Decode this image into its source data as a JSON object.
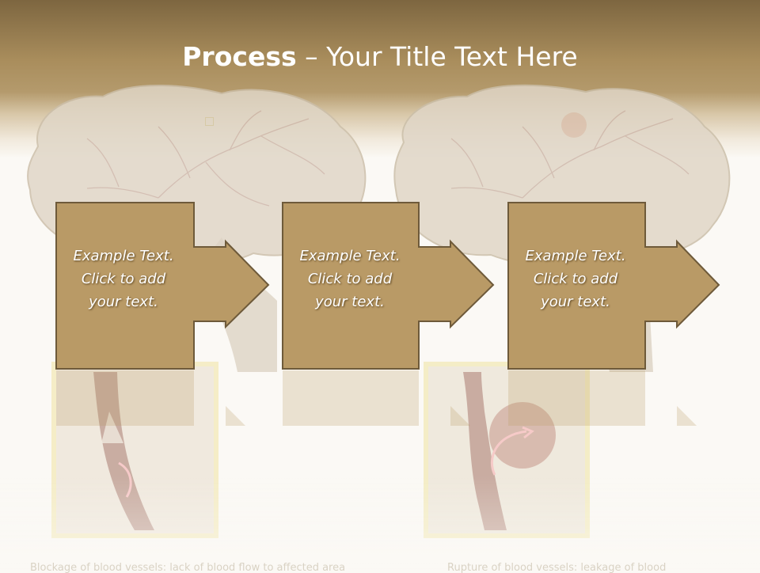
{
  "slide": {
    "title_bold": "Process",
    "title_rest": " – Your Title Text Here"
  },
  "steps": [
    {
      "line1": "Example Text.",
      "line2": "Click  to add",
      "line3": "your text."
    },
    {
      "line1": "Example Text.",
      "line2": "Click  to add",
      "line3": "your text."
    },
    {
      "line1": "Example Text.",
      "line2": "Click  to add",
      "line3": "your text."
    }
  ],
  "captions": {
    "left": "Blockage of blood vessels: lack of blood flow to affected area",
    "right": "Rupture of blood vessels: leakage of blood"
  },
  "colors": {
    "header_dark": "#7d6640",
    "header_mid": "#b49a6c",
    "box_fill": "#b99a66",
    "box_border": "#6e5a3a",
    "frame": "#f1e6a8"
  }
}
